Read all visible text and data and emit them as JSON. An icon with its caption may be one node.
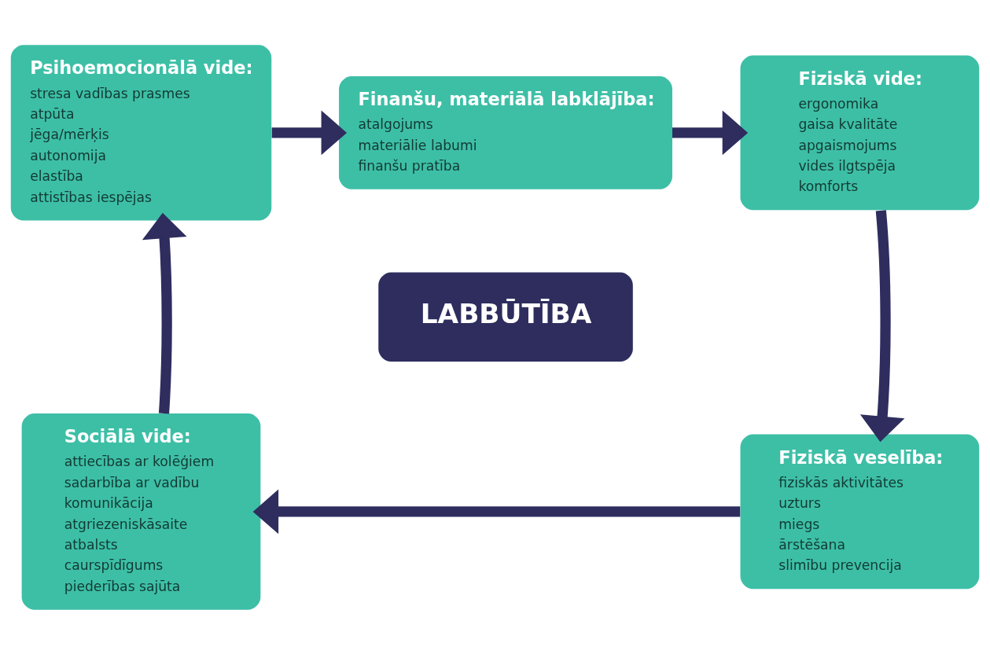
{
  "diagram": {
    "nodes": [
      {
        "text": [
          "Finanšu, materiālā labklājība:",
          "atalgojums",
          "materiālie labumi",
          "finanšu pratība"
        ]
      },
      {
        "text": [
          "Psihoemocionālā vide:",
          "stresa vadības prasmes",
          "atpūta",
          "jēga/mērķis",
          "autonomija",
          "elastība",
          "attistības iespējas"
        ]
      },
      {
        "text": [
          "Fiziskā vide:",
          "ergonomika",
          "gaisa kvalitāte",
          "apgaismojums",
          "vides ilgtspēja",
          "komforts"
        ]
      },
      {
        "text": [
          "LABBŪTĪBA"
        ]
      },
      {
        "text": [
          "Sociālā vide:",
          "attiecības ar kolēģiem",
          "sadarbība ar vadību",
          "komunikācija",
          "atgriezeniskāsaite",
          "atbalsts",
          "caurspīdīgums",
          "piederības sajūta"
        ]
      },
      {
        "text": [
          "Fiziskā veselība:",
          "fiziskās aktivitātes",
          "uzturs",
          "miegs",
          "ārstēšana",
          "slimību prevencija"
        ]
      }
    ],
    "edges": [
      {
        "from": 1,
        "to": 0,
        "arrow": "to"
      },
      {
        "from": 0,
        "to": 2,
        "arrow": "to"
      },
      {
        "from": 2,
        "to": 5,
        "arrow": "to"
      },
      {
        "from": 5,
        "to": 4,
        "arrow": "to"
      },
      {
        "from": 4,
        "to": 1,
        "arrow": "to"
      }
    ]
  }
}
